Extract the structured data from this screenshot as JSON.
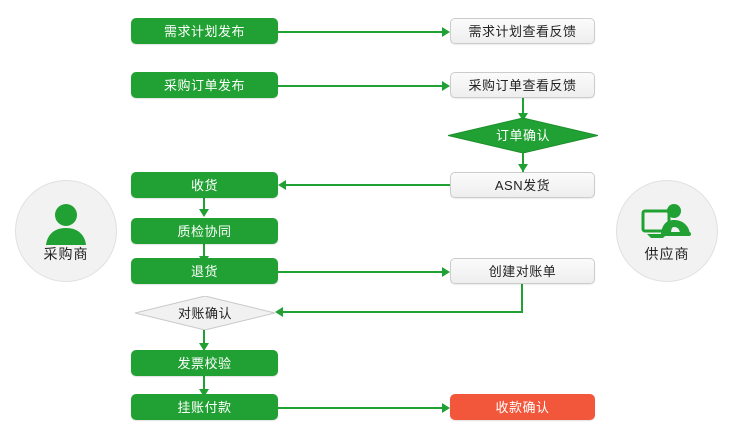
{
  "diagram": {
    "title_present": false,
    "colors": {
      "green": "#21a133",
      "red": "#f2573c",
      "plain_fill": "#f4f4f4",
      "plain_border": "#cccccc",
      "actor_fill": "#f2f2f2",
      "text_dark": "#222222",
      "text_light": "#ffffff"
    }
  },
  "actors": {
    "buyer": {
      "label": "采购商",
      "icon": "person-icon"
    },
    "supplier": {
      "label": "供应商",
      "icon": "person-at-computer-icon"
    }
  },
  "nodes": {
    "demand_plan_publish": {
      "label": "需求计划发布",
      "style": "green",
      "shape": "rounded-rect"
    },
    "demand_plan_feedback": {
      "label": "需求计划查看反馈",
      "style": "plain",
      "shape": "rounded-rect"
    },
    "purchase_order_publish": {
      "label": "采购订单发布",
      "style": "green",
      "shape": "rounded-rect"
    },
    "purchase_order_feedback": {
      "label": "采购订单查看反馈",
      "style": "plain",
      "shape": "rounded-rect"
    },
    "order_confirm": {
      "label": "订单确认",
      "style": "green",
      "shape": "diamond"
    },
    "asn_shipment": {
      "label": "ASN发货",
      "style": "plain",
      "shape": "rounded-rect"
    },
    "receive_goods": {
      "label": "收货",
      "style": "green",
      "shape": "rounded-rect"
    },
    "quality_collab": {
      "label": "质检协同",
      "style": "green",
      "shape": "rounded-rect"
    },
    "return_goods": {
      "label": "退货",
      "style": "green",
      "shape": "rounded-rect"
    },
    "create_statement": {
      "label": "创建对账单",
      "style": "plain",
      "shape": "rounded-rect"
    },
    "statement_confirm": {
      "label": "对账确认",
      "style": "grey",
      "shape": "diamond"
    },
    "invoice_check": {
      "label": "发票校验",
      "style": "green",
      "shape": "rounded-rect"
    },
    "payment_posting": {
      "label": "挂账付款",
      "style": "green",
      "shape": "rounded-rect"
    },
    "receipt_confirm": {
      "label": "收款确认",
      "style": "red",
      "shape": "rounded-rect"
    }
  },
  "edges": [
    {
      "from": "demand_plan_publish",
      "to": "demand_plan_feedback",
      "direction": "right"
    },
    {
      "from": "purchase_order_publish",
      "to": "purchase_order_feedback",
      "direction": "right"
    },
    {
      "from": "purchase_order_feedback",
      "to": "order_confirm",
      "direction": "down"
    },
    {
      "from": "order_confirm",
      "to": "asn_shipment",
      "direction": "down"
    },
    {
      "from": "asn_shipment",
      "to": "receive_goods",
      "direction": "left"
    },
    {
      "from": "receive_goods",
      "to": "quality_collab",
      "direction": "down"
    },
    {
      "from": "quality_collab",
      "to": "return_goods",
      "direction": "down"
    },
    {
      "from": "return_goods",
      "to": "create_statement",
      "direction": "right"
    },
    {
      "from": "create_statement",
      "to": "statement_confirm",
      "direction": "left"
    },
    {
      "from": "statement_confirm",
      "to": "invoice_check",
      "direction": "down"
    },
    {
      "from": "invoice_check",
      "to": "payment_posting",
      "direction": "down"
    },
    {
      "from": "payment_posting",
      "to": "receipt_confirm",
      "direction": "right"
    }
  ]
}
